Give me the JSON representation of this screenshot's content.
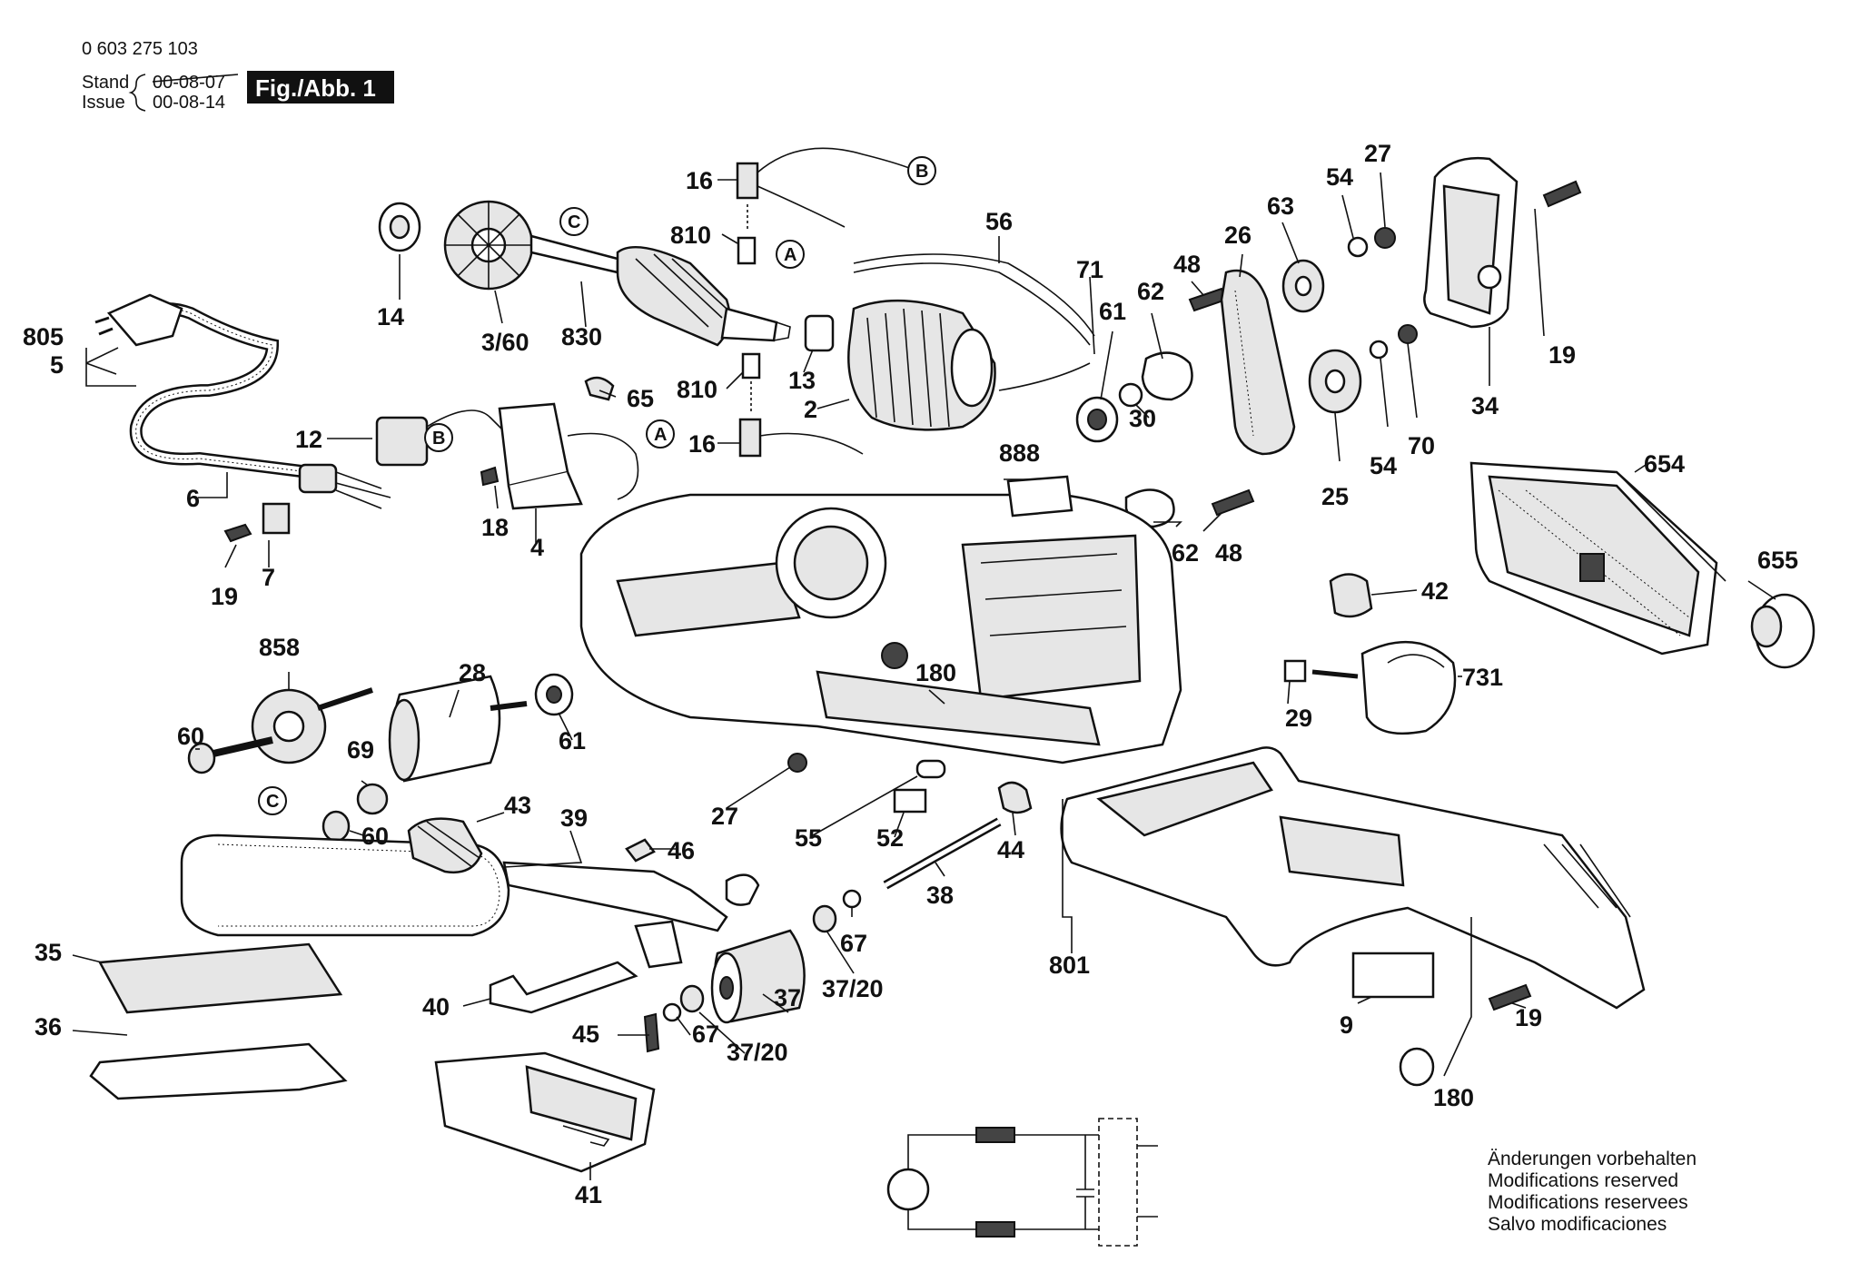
{
  "header": {
    "part_number": "0 603 275 103",
    "stand_label": "Stand",
    "issue_label": "Issue",
    "stand_date": "00-08-07",
    "issue_date": "00-08-14",
    "figure_label": "Fig./Abb. 1"
  },
  "callouts": {
    "A": "A",
    "B": "B",
    "C": "C"
  },
  "labels": {
    "l805": "805",
    "l5": "5",
    "l6": "6",
    "l12": "12",
    "l19a": "19",
    "l7": "7",
    "l18": "18",
    "l4": "4",
    "l65": "65",
    "l14": "14",
    "l360": "3/60",
    "l830": "830",
    "l16a": "16",
    "l810a": "810",
    "l810b": "810",
    "l13": "13",
    "l2": "2",
    "l16b": "16",
    "l56": "56",
    "l71": "71",
    "l61a": "61",
    "l62a": "62",
    "l48a": "48",
    "l30": "30",
    "l26": "26",
    "l63": "63",
    "l54a": "54",
    "l27a": "27",
    "l54b": "54",
    "l70": "70",
    "l25": "25",
    "l19b": "19",
    "l34": "34",
    "l888": "888",
    "l62b": "62",
    "l48b": "48",
    "l654": "654",
    "l655": "655",
    "l42": "42",
    "l731": "731",
    "l29": "29",
    "l858": "858",
    "l28": "28",
    "l61b": "61",
    "l60a": "60",
    "l69": "69",
    "l60b": "60",
    "l43": "43",
    "l39": "39",
    "l46": "46",
    "l180a": "180",
    "l27b": "27",
    "l55": "55",
    "l52": "52",
    "l44": "44",
    "l38": "38",
    "l67a": "67",
    "l3720a": "37/20",
    "l37": "37",
    "l67b": "67",
    "l3720b": "37/20",
    "l45": "45",
    "l40": "40",
    "l35": "35",
    "l36": "36",
    "l41": "41",
    "l801": "801",
    "l9": "9",
    "l19c": "19",
    "l180b": "180"
  },
  "notes": {
    "line1": "Änderungen vorbehalten",
    "line2": "Modifications reserved",
    "line3": "Modifications reservees",
    "line4": "Salvo modificaciones"
  }
}
